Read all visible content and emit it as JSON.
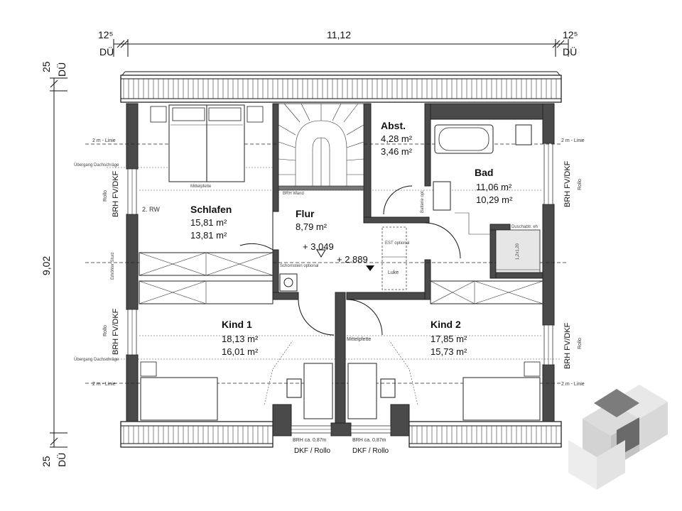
{
  "dimensions": {
    "top_left": "12⁵",
    "top_total": "11,12",
    "top_right": "12⁵",
    "du": "DÜ",
    "left_top": "25",
    "left_total": "9,02",
    "left_bottom": "25"
  },
  "rooms": {
    "schlafen": {
      "name": "Schlafen",
      "area1": "15,81 m²",
      "area2": "13,81 m²",
      "note": "2. RW"
    },
    "flur": {
      "name": "Flur",
      "area1": "8,79 m²",
      "level1": "+ 3.049",
      "level2": "+ 2.889"
    },
    "abst": {
      "name": "Abst.",
      "area1": "4,28 m²",
      "area2": "3,46 m²"
    },
    "bad": {
      "name": "Bad",
      "area1": "11,06 m²",
      "area2": "10,29 m²"
    },
    "kind1": {
      "name": "Kind 1",
      "area1": "18,13 m²",
      "area2": "16,01 m²"
    },
    "kind2": {
      "name": "Kind 2",
      "area1": "17,85 m²",
      "area2": "15,73 m²"
    }
  },
  "annotations": {
    "two_m_line": "2 m - Linie",
    "uebergang": "Übergang Dachschräge",
    "rollo": "Rollo",
    "brh_fv_dkf": "BRH FV/DKF",
    "erhoehter_sturz": "Erhöhter Sturz",
    "mittelpfette": "Mittelpfette",
    "brh_wand": "BRH Wand",
    "est_optional": "EST optional",
    "luke": "Luke",
    "schornstein": "Schornstein optional",
    "batterie": "Batterie opt.",
    "dusche": "Duschabtr. eh",
    "dusche_size": "1,2x1,20",
    "brh_bottom": "BRH ca. 0,87m",
    "dkf_rollo": "DKF / Rollo"
  }
}
